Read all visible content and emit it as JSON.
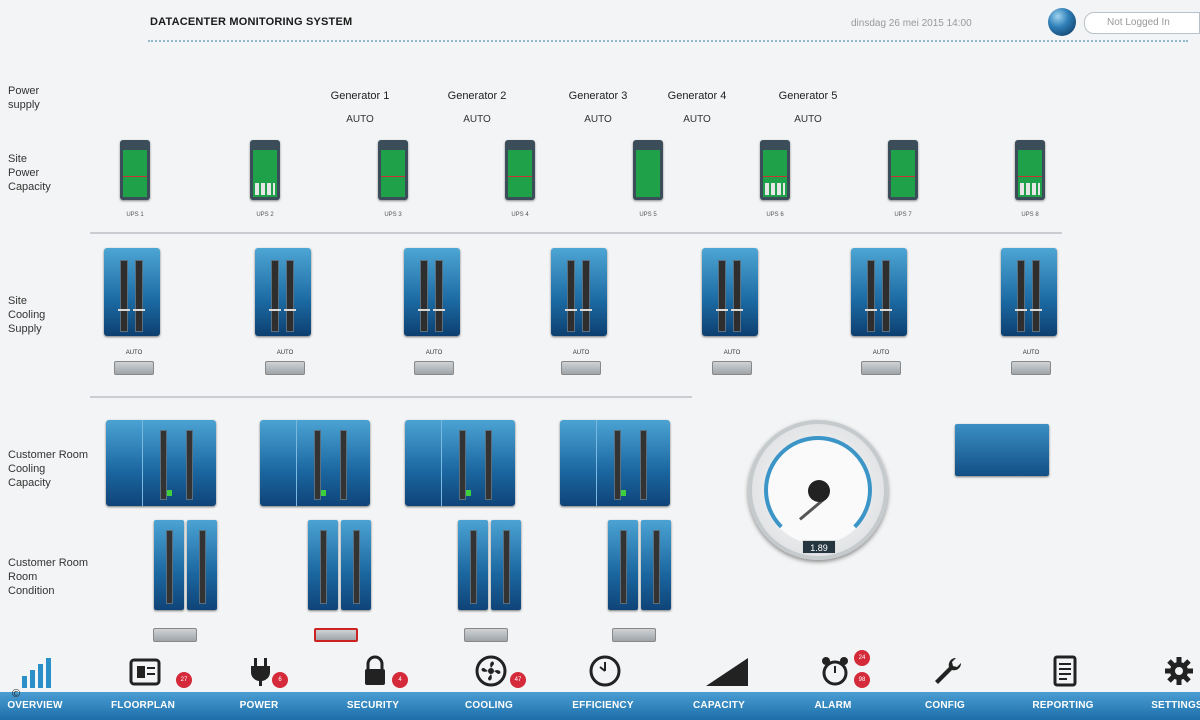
{
  "header": {
    "title": "DATACENTER MONITORING SYSTEM",
    "datetime": "dinsdag 26 mei 2015 14:00",
    "login_placeholder": "Not Logged In"
  },
  "row_labels": {
    "power_supply": "Power\nsupply",
    "site_power_capacity": "Site\nPower\nCapacity",
    "site_cooling_supply": "Site\nCooling\nSupply",
    "customer_room_cooling_capacity": "Customer Room\nCooling\nCapacity",
    "customer_room_condition": "Customer Room\nRoom\nCondition"
  },
  "generators": [
    {
      "name": "Generator 1",
      "status": "AUTO"
    },
    {
      "name": "Generator 2",
      "status": "AUTO"
    },
    {
      "name": "Generator 3",
      "status": "AUTO"
    },
    {
      "name": "Generator 4",
      "status": "AUTO"
    },
    {
      "name": "Generator 5",
      "status": "AUTO"
    }
  ],
  "ups": [
    "UPS 1",
    "UPS 2",
    "UPS 3",
    "UPS 4",
    "UPS 5",
    "UPS 6",
    "UPS 7",
    "UPS 8"
  ],
  "cooling_units": [
    "AUTO",
    "AUTO",
    "AUTO",
    "AUTO",
    "AUTO",
    "AUTO",
    "AUTO"
  ],
  "gauge": {
    "reading": "1.89"
  },
  "nav": {
    "items": [
      {
        "label": "OVERVIEW",
        "icon": "signal-bars-icon"
      },
      {
        "label": "FLOORPLAN",
        "icon": "floorplan-icon",
        "badge": "27"
      },
      {
        "label": "POWER",
        "icon": "plug-icon",
        "badge": "6"
      },
      {
        "label": "SECURITY",
        "icon": "lock-icon",
        "badge": "4"
      },
      {
        "label": "COOLING",
        "icon": "fan-icon",
        "badge": "47"
      },
      {
        "label": "EFFICIENCY",
        "icon": "clock-icon"
      },
      {
        "label": "CAPACITY",
        "icon": "capacity-ramp-icon"
      },
      {
        "label": "ALARM",
        "icon": "alarm-clock-icon",
        "badges": [
          "24",
          "98"
        ]
      },
      {
        "label": "CONFIG",
        "icon": "wrench-icon"
      },
      {
        "label": "REPORTING",
        "icon": "report-icon"
      },
      {
        "label": "SETTINGS",
        "icon": "gear-icon"
      }
    ]
  },
  "copyright": "©"
}
